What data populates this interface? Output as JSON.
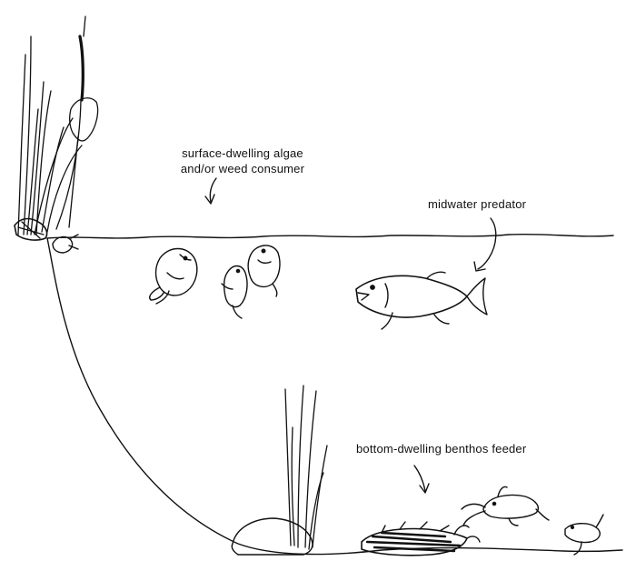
{
  "labels": {
    "surface_line1": "surface-dwelling algae",
    "surface_line2": "and/or weed consumer",
    "midwater": "midwater predator",
    "bottom": "bottom-dwelling benthos feeder"
  },
  "colors": {
    "ink": "#111111",
    "background": "#ffffff"
  }
}
